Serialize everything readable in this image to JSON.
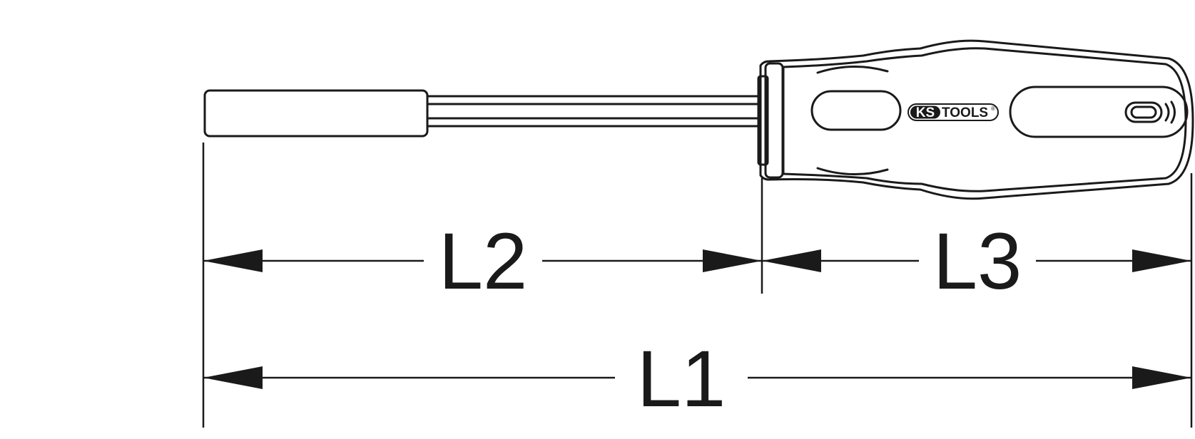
{
  "diagram": {
    "type": "technical-dimension-drawing",
    "subject_icon": "nut-driver-icon",
    "line_color": "#1a1a1a",
    "background": "#ffffff"
  },
  "dimensions": {
    "l2": "L2",
    "l3": "L3",
    "l1": "L1"
  },
  "logo": {
    "ks": "KS",
    "tools": "TOOLS",
    "registered": "®"
  }
}
